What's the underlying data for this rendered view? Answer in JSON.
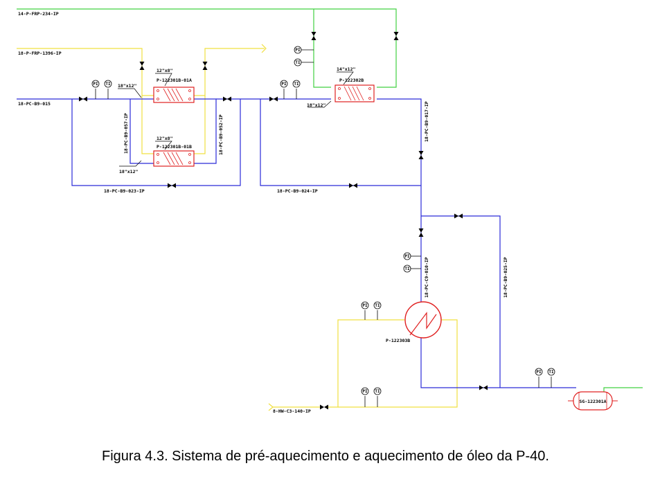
{
  "colors": {
    "blue_line": "#2a2ad8",
    "yellow_line": "#f0e040",
    "green_line": "#40d040",
    "equipment": "#e02020"
  },
  "lines": {
    "green_top": "14-P-FRP-234-IP",
    "yellow_top": "18-P-FRP-1396-IP",
    "main_blue": "18-PC-B9-015",
    "vert_057": "18-PC-B9-057-IP",
    "vert_052": "18-PC-B9-052-IP",
    "bottom_023": "18-PC-B9-023-IP",
    "bottom_024": "18-PC-B9-024-IP",
    "vert_017": "18-PC-B9-017-IP",
    "vert_010": "18-PC-C9-010-IP",
    "vert_025": "18-PC-B9-025-IP",
    "hw_line": "8-HW-C3-140-IP"
  },
  "reducers": {
    "r1": "18\"x12\"",
    "r2": "18\"x12\"",
    "r3": "18\"x12\"",
    "r4": "12\"x8\"",
    "r5": "12\"x8\"",
    "r6": "14\"x12\""
  },
  "equipment": {
    "hx_a": "P-122301B-01A",
    "hx_b": "P-122301B-01B",
    "hx_c": "P-122302B",
    "heater": "P-122303B",
    "separator": "SG-122301A"
  },
  "instruments": {
    "pi": "PI",
    "ti": "TI"
  },
  "caption": "Figura 4.3. Sistema de pré-aquecimento e aquecimento de óleo da P-40."
}
